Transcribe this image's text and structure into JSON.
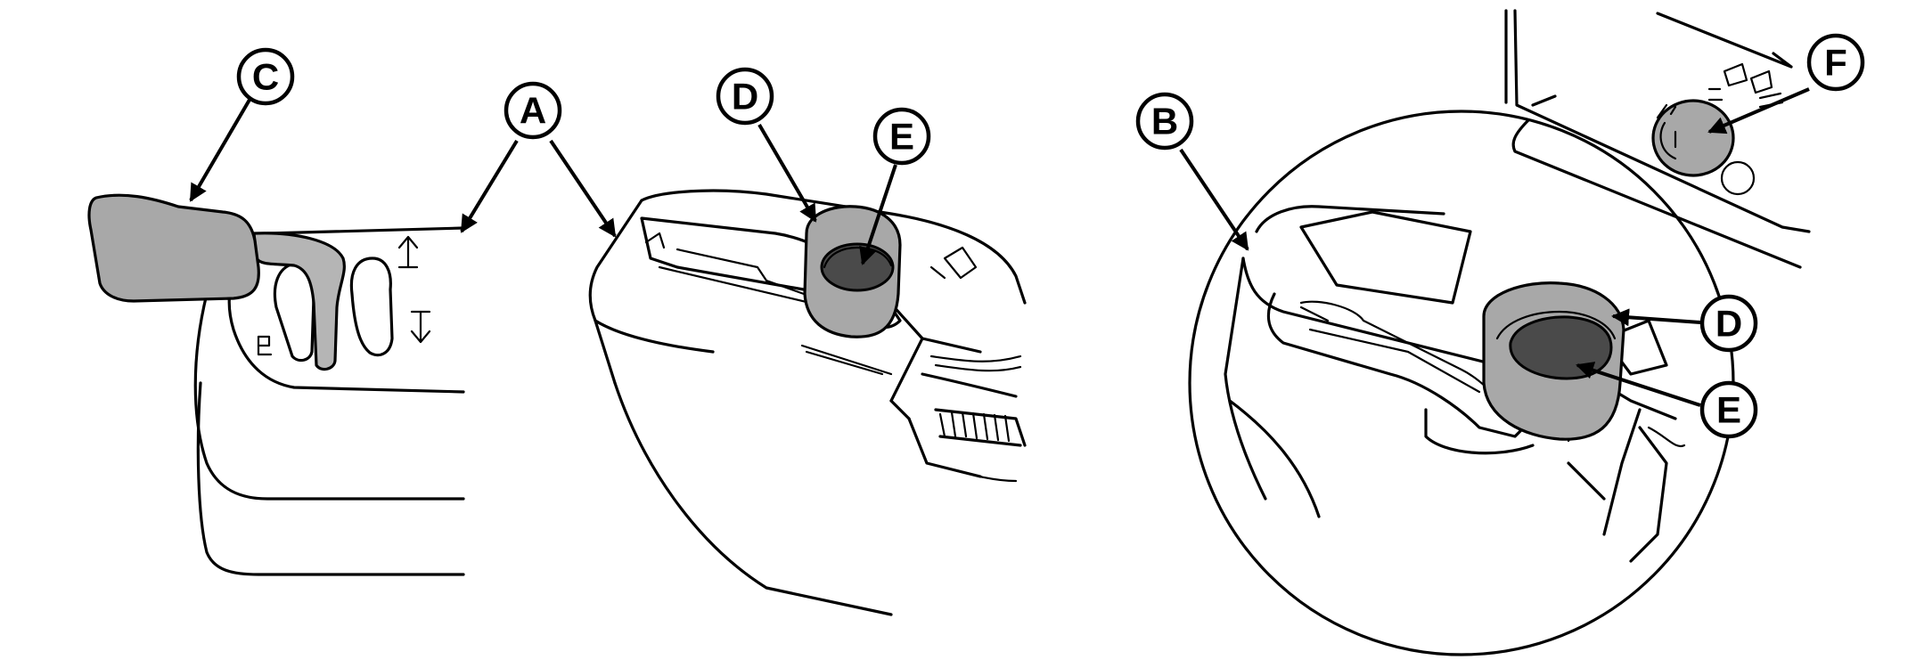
{
  "figure": {
    "background": "#ffffff",
    "shade_color": "#a8a8a8",
    "callouts": [
      {
        "id": "C",
        "label": "C"
      },
      {
        "id": "A",
        "label": "A"
      },
      {
        "id": "D1",
        "label": "D"
      },
      {
        "id": "E1",
        "label": "E"
      },
      {
        "id": "B",
        "label": "B"
      },
      {
        "id": "F",
        "label": "F"
      },
      {
        "id": "D2",
        "label": "D"
      },
      {
        "id": "E2",
        "label": "E"
      }
    ]
  }
}
